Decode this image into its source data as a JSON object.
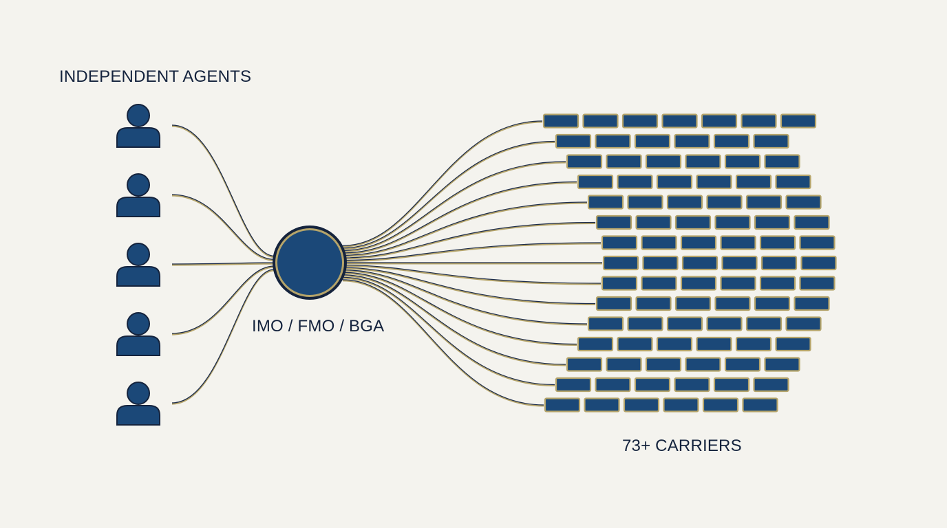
{
  "labels": {
    "agents": "INDEPENDENT AGENTS",
    "hub": "IMO / FMO / BGA",
    "carriers": "73+ CARRIERS"
  },
  "agents": [
    {
      "name": "agent-1"
    },
    {
      "name": "agent-2"
    },
    {
      "name": "agent-3"
    },
    {
      "name": "agent-4"
    },
    {
      "name": "agent-5"
    }
  ],
  "hub": {
    "name": "imo-fmo-bga-hub"
  },
  "carrier_rows": [
    7,
    6,
    6,
    6,
    6,
    6,
    6,
    6,
    6,
    6,
    6,
    6,
    6,
    6,
    6
  ],
  "colors": {
    "background": "#f4f3ee",
    "navy": "#1b4878",
    "dark_navy": "#14233d",
    "gold": "#b5a46a",
    "line_navy": "#1d2c4a"
  }
}
